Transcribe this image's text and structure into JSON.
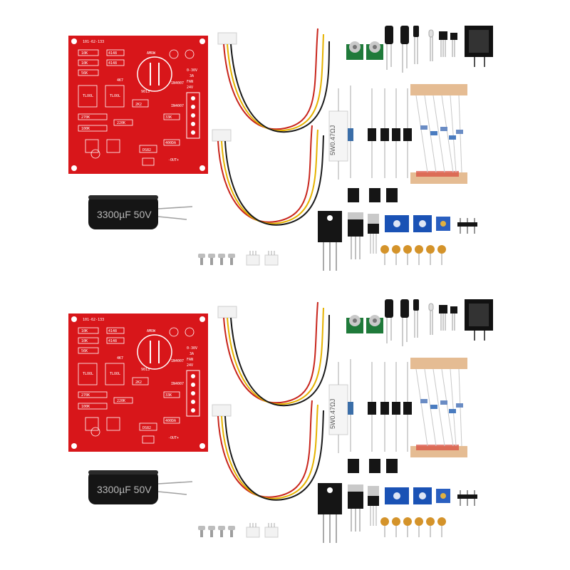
{
  "kits": [
    {
      "pcb": {
        "title": "101-62-133",
        "labels": [
          "AMOW",
          "0-30V",
          "3A",
          "TLOOL",
          "TLOOL",
          "4148",
          "4148",
          "1N4007",
          "IN4007",
          "10K",
          "10K",
          "56K",
          "4K7",
          "2K2",
          "270K",
          "100K",
          "220K",
          "33K",
          "9013",
          "DS82",
          "400DA",
          "-OUT+",
          "FAN",
          "24V"
        ]
      },
      "capacitor_label": "3300µF 50V",
      "resistor_label": "5W0.47ΩJ"
    },
    {
      "pcb": {
        "title": "101-62-133",
        "labels": [
          "AMOW",
          "0-30V",
          "3A",
          "TLOOL",
          "TLOOL",
          "4148",
          "4148",
          "1N4007",
          "IN4007",
          "10K",
          "10K",
          "56K",
          "4K7",
          "2K2",
          "270K",
          "100K",
          "220K",
          "33K",
          "9013",
          "DS82",
          "400DA",
          "-OUT+",
          "FAN",
          "24V"
        ]
      },
      "capacitor_label": "3300µF 50V",
      "resistor_label": "5W0.47ΩJ"
    }
  ],
  "colors": {
    "pcb": "#d8161a",
    "silkscreen": "#ffffff",
    "wire_red": "#c8251c",
    "wire_yellow": "#e5b200",
    "wire_black": "#1a1a1a",
    "component_black": "#151515",
    "trimmer_blue": "#1a52b5",
    "ceramic_cap": "#d4932a"
  }
}
